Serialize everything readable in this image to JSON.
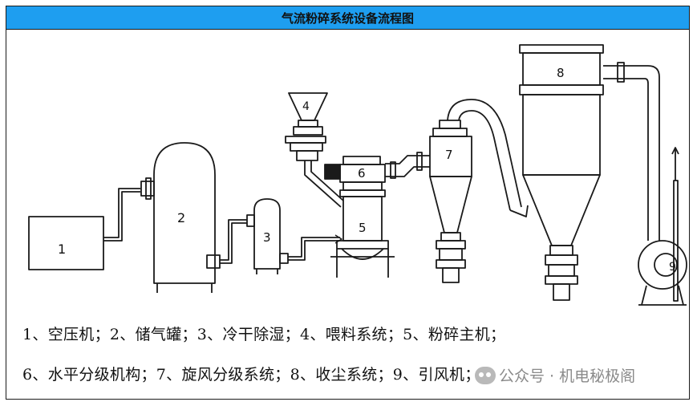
{
  "title": "气流粉碎系统设备流程图",
  "labels": {
    "n1": "1",
    "n2": "2",
    "n3": "3",
    "n4": "4",
    "n5": "5",
    "n6": "6",
    "n7": "7",
    "n8": "8",
    "n9": "9"
  },
  "caption": {
    "line1": "1、空压机；2、储气罐；3、冷干除湿；4、喂料系统；5、粉碎主机；",
    "line2": "6、水平分级机构；7、旋风分级系统；8、收尘系统；9、引风机；"
  },
  "watermark": {
    "text": "公众号 · 机电秘极阁"
  }
}
